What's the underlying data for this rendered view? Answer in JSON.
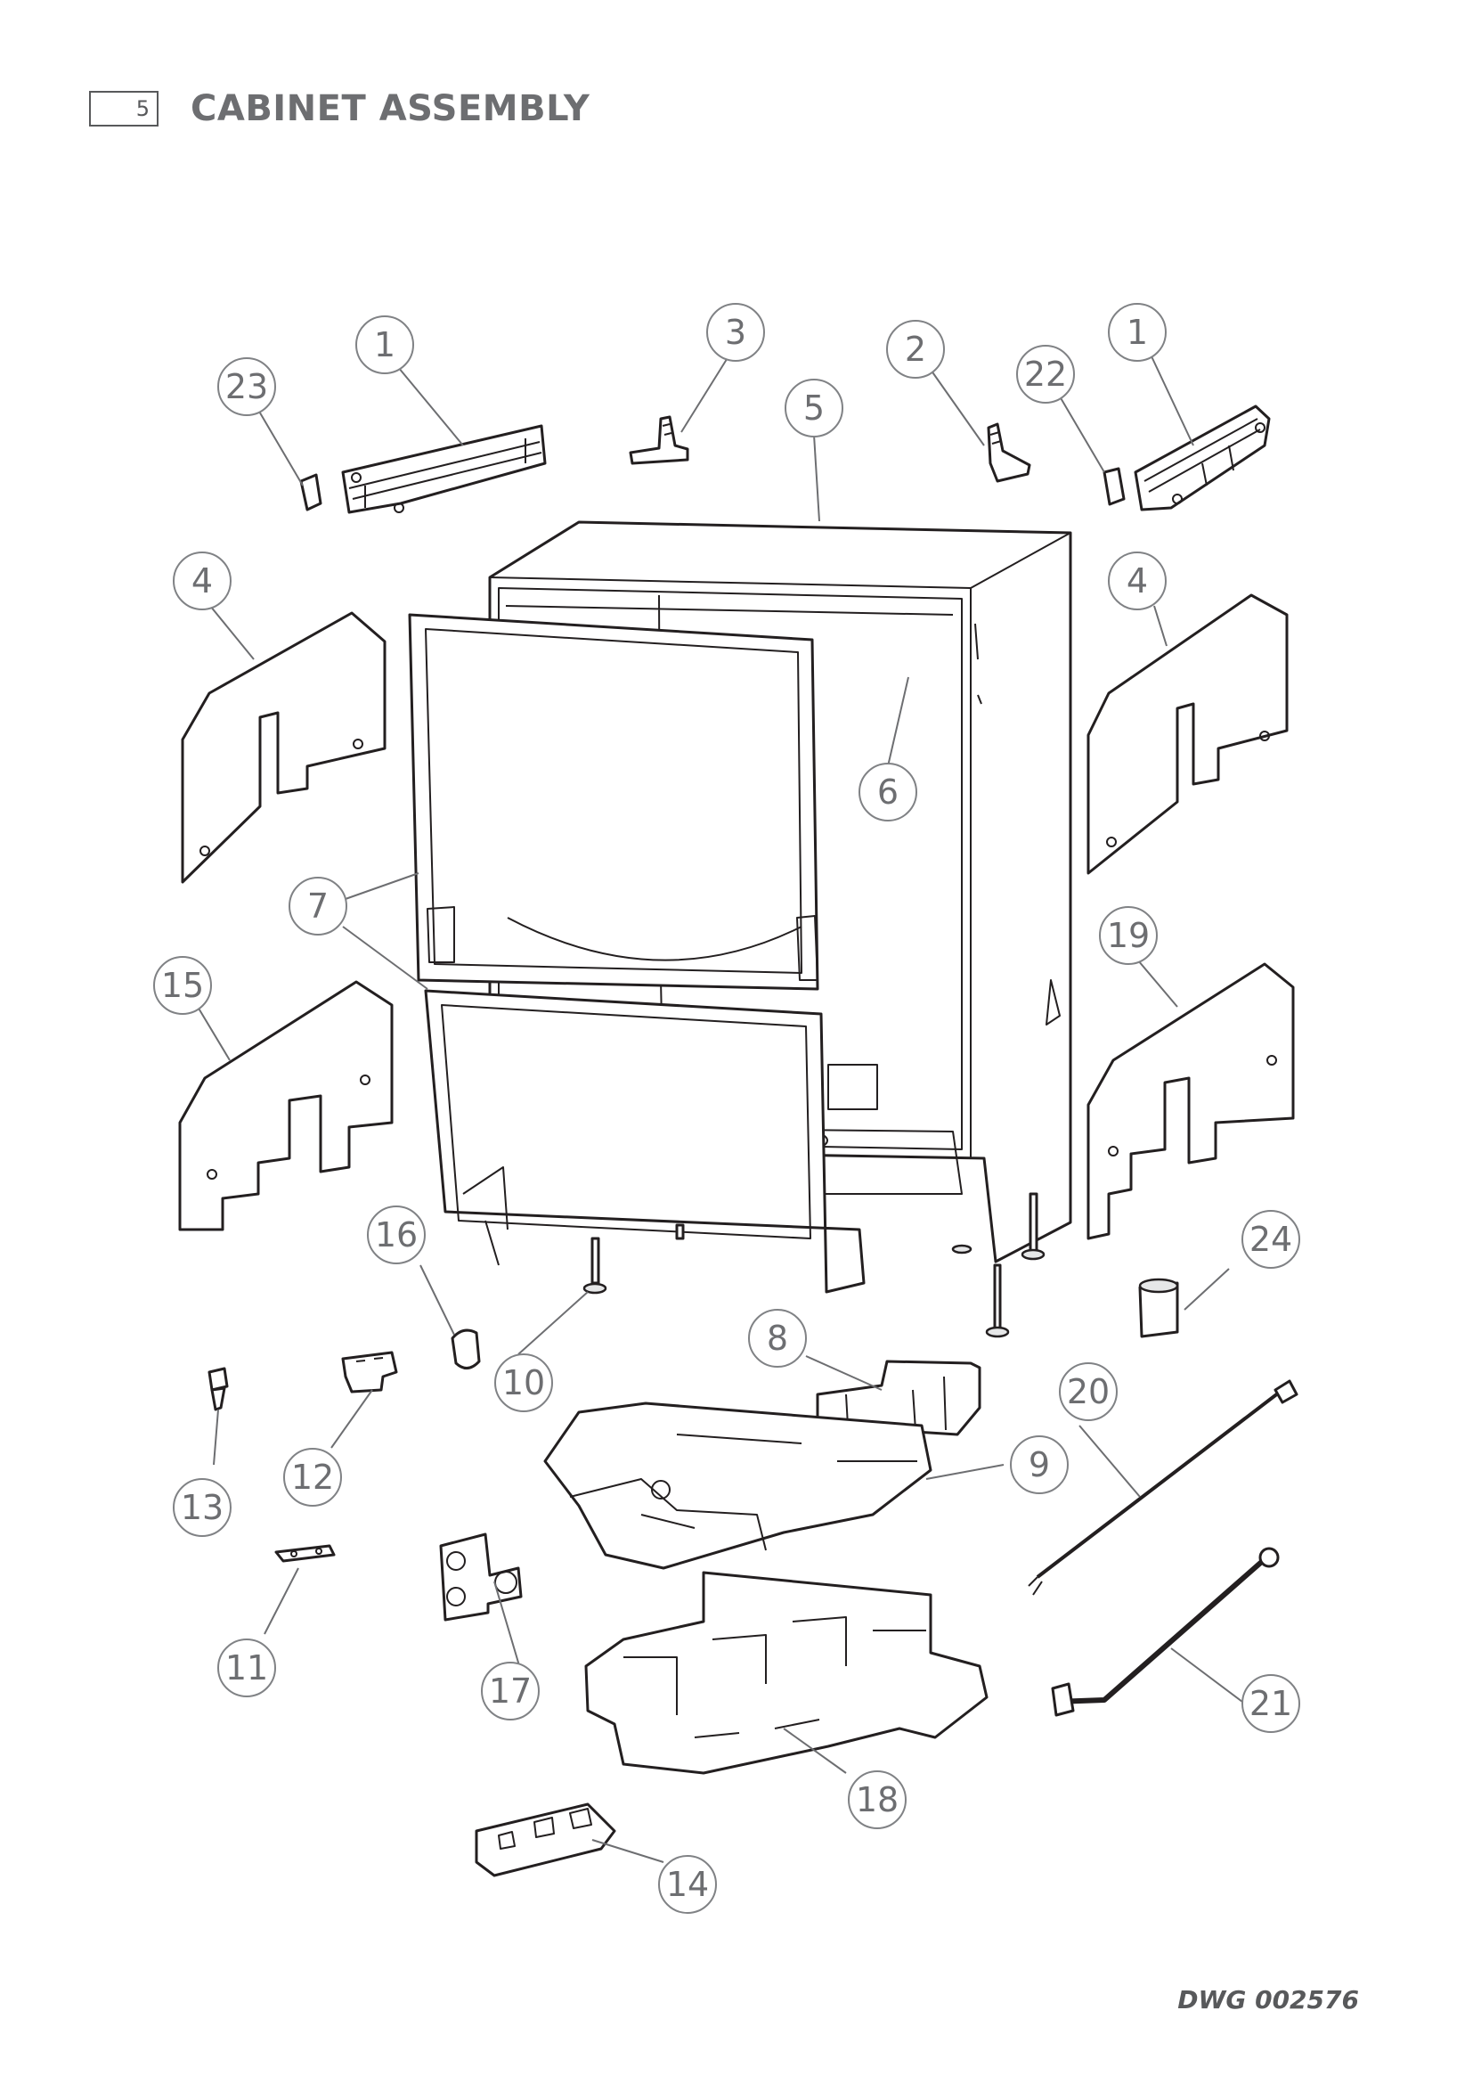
{
  "header": {
    "section_number": "5",
    "title": "CABINET ASSEMBLY"
  },
  "drawing_number": "DWG 002576",
  "callouts": [
    {
      "id": "c1a",
      "label": "1"
    },
    {
      "id": "c23",
      "label": "23"
    },
    {
      "id": "c3",
      "label": "3"
    },
    {
      "id": "c5",
      "label": "5"
    },
    {
      "id": "c2",
      "label": "2"
    },
    {
      "id": "c22",
      "label": "22"
    },
    {
      "id": "c1b",
      "label": "1"
    },
    {
      "id": "c4a",
      "label": "4"
    },
    {
      "id": "c4b",
      "label": "4"
    },
    {
      "id": "c6",
      "label": "6"
    },
    {
      "id": "c7",
      "label": "7"
    },
    {
      "id": "c15",
      "label": "15"
    },
    {
      "id": "c19",
      "label": "19"
    },
    {
      "id": "c16",
      "label": "16"
    },
    {
      "id": "c24",
      "label": "24"
    },
    {
      "id": "c8",
      "label": "8"
    },
    {
      "id": "c10",
      "label": "10"
    },
    {
      "id": "c20",
      "label": "20"
    },
    {
      "id": "c13",
      "label": "13"
    },
    {
      "id": "c12",
      "label": "12"
    },
    {
      "id": "c9",
      "label": "9"
    },
    {
      "id": "c11",
      "label": "11"
    },
    {
      "id": "c17",
      "label": "17"
    },
    {
      "id": "c21",
      "label": "21"
    },
    {
      "id": "c18",
      "label": "18"
    },
    {
      "id": "c14",
      "label": "14"
    }
  ]
}
